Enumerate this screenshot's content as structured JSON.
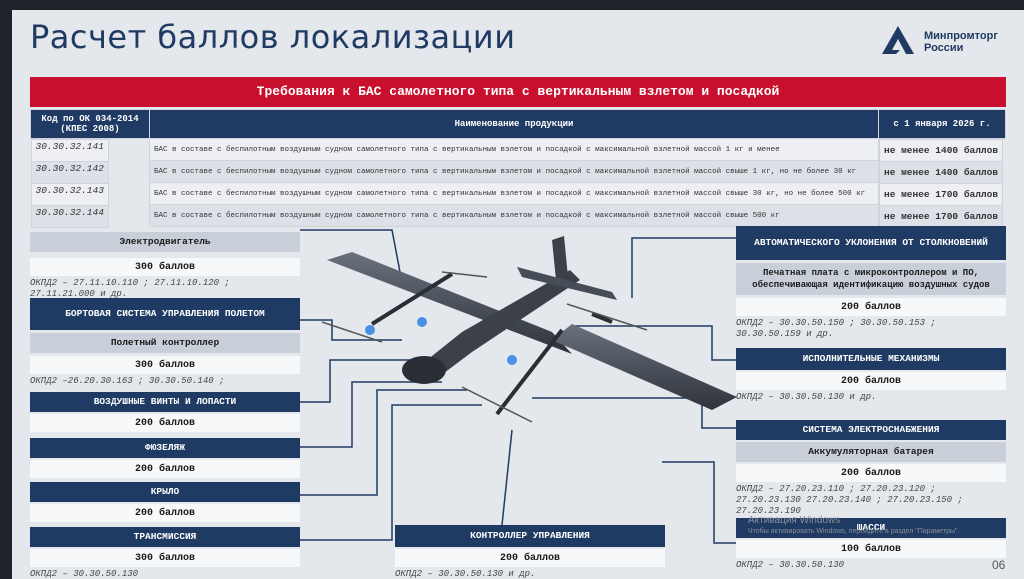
{
  "title": "Расчет баллов локализации",
  "logo": {
    "line1": "Минпромторг",
    "line2": "России",
    "color": "#1f3a63"
  },
  "banner": "Требования к БАС самолетного типа с вертикальным взлетом и посадкой",
  "table": {
    "headers": [
      "Код по ОК 034-2014 (КПЕС 2008)",
      "Наименование продукции",
      "с 1 января 2026 г."
    ],
    "rows": [
      {
        "code": "30.30.32.141",
        "name": "БАС в составе с беспилотным воздушным судном самолетного типа с вертикальным взлетом и посадкой с максимальной взлетной массой 1 кг и менее",
        "points": "не менее 1400 баллов"
      },
      {
        "code": "30.30.32.142",
        "name": "БАС в составе с беспилотным воздушным судном самолетного типа с вертикальным взлетом и посадкой с максимальной взлетной массой свыше 1 кг, но не более 30 кг",
        "points": "не менее 1400 баллов"
      },
      {
        "code": "30.30.32.143",
        "name": "БАС в составе с беспилотным воздушным судном самолетного типа с вертикальным взлетом и посадкой с максимальной взлетной массой свыше 30 кг, но не более 500 кг",
        "points": "не менее 1700 баллов"
      },
      {
        "code": "30.30.32.144",
        "name": "БАС в составе с беспилотным воздушным судном самолетного типа с вертикальным взлетом и посадкой с максимальной взлетной массой свыше 500 кг",
        "points": "не менее 1700 баллов"
      }
    ]
  },
  "left": {
    "motor": {
      "title": "Электродвигатель",
      "points": "300 баллов",
      "codes": "ОКПД2 – 27.11.10.110 ; 27.11.10.120 ; 27.11.21.000 и др."
    },
    "fcs": {
      "title": "БОРТОВАЯ СИСТЕМА УПРАВЛЕНИЯ ПОЛЕТОМ",
      "sub": "Полетный контроллер",
      "points": "300 баллов",
      "codes": "ОКПД2 –26.20.30.163 ; 30.30.50.140 ;"
    },
    "props": {
      "title": "ВОЗДУШНЫЕ ВИНТЫ И ЛОПАСТИ",
      "points": "200 баллов"
    },
    "fuselage": {
      "title": "ФЮЗЕЛЯЖ",
      "points": "200 баллов"
    },
    "wing": {
      "title": "КРЫЛО",
      "points": "200 баллов"
    },
    "transmission": {
      "title": "ТРАНСМИССИЯ",
      "points": "300 баллов",
      "codes": "ОКПД2 – 30.30.50.130"
    }
  },
  "center": {
    "controller": {
      "title": "КОНТРОЛЛЕР УПРАВЛЕНИЯ",
      "points": "200 баллов",
      "codes": "ОКПД2 – 30.30.50.130 и др."
    }
  },
  "right": {
    "avoid": {
      "title": "АВТОМАТИЧЕСКОГО УКЛОНЕНИЯ ОТ СТОЛКНОВЕНИЙ",
      "sub": "Печатная плата с микроконтроллером и ПО, обеспечивающая идентификацию воздушных судов",
      "points": "200 баллов",
      "codes": "ОКПД2 – 30.30.50.150 ; 30.30.50.153 ; 30.30.50.159 и др."
    },
    "actuators": {
      "title": "ИСПОЛНИТЕЛЬНЫЕ МЕХАНИЗМЫ",
      "points": "200 баллов",
      "codes": "ОКПД2 – 30.30.50.130 и др."
    },
    "power": {
      "title": "СИСТЕМА ЭЛЕКТРОСНАБЖЕНИЯ",
      "sub": "Аккумуляторная батарея",
      "points": "200 баллов",
      "codes": "ОКПД2 – 27.20.23.110 ; 27.20.23.120 ; 27.20.23.130 27.20.23.140 ; 27.20.23.150 ; 27.20.23.190"
    },
    "chassis": {
      "title": "ШАССИ",
      "points": "100 баллов",
      "codes": "ОКПД2 – 30.30.50.130"
    }
  },
  "watermark": {
    "line1": "Активация Windows",
    "line2": "Чтобы активировать Windows, перейдите в раздел \"Параметры\"."
  },
  "page_number": "06",
  "colors": {
    "navy": "#1f3a63",
    "red": "#c8102e",
    "background": "#e4e7ec"
  }
}
